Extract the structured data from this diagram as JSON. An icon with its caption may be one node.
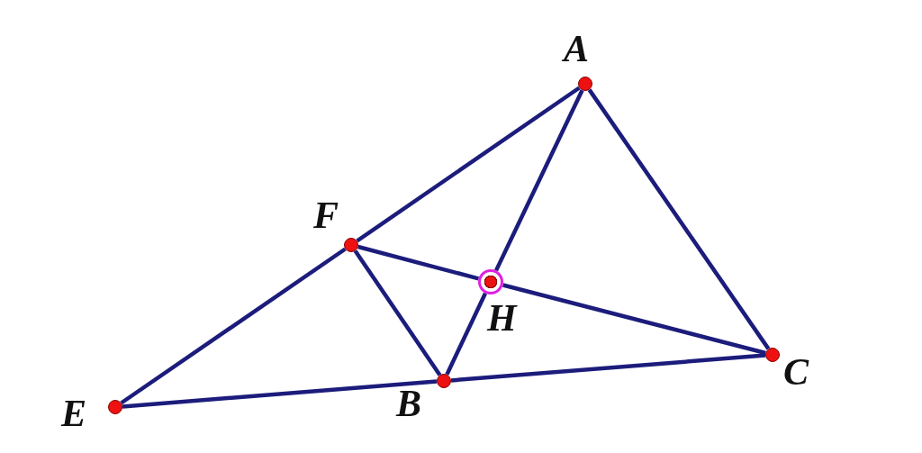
{
  "diagram": {
    "nodes": [
      {
        "text": [],
        "shape": "circle",
        "beside": [
          "A"
        ]
      },
      {
        "text": [],
        "shape": "circle",
        "beside": [
          "F"
        ]
      },
      {
        "text": [],
        "shape": "circle",
        "beside": [
          "H"
        ]
      },
      {
        "text": [],
        "shape": "circle",
        "beside": [
          "C"
        ]
      },
      {
        "text": [],
        "shape": "circle",
        "beside": [
          "E"
        ]
      },
      {
        "text": [],
        "shape": "circle",
        "beside": [
          "B"
        ]
      }
    ],
    "edges": [
      {
        "from": 0,
        "to": 1,
        "arrow": "none"
      },
      {
        "from": 1,
        "to": 4,
        "arrow": "none"
      },
      {
        "from": 0,
        "to": 3,
        "arrow": "none"
      },
      {
        "from": 0,
        "to": 2,
        "arrow": "none"
      },
      {
        "from": 2,
        "to": 5,
        "arrow": "none"
      },
      {
        "from": 1,
        "to": 2,
        "arrow": "none"
      },
      {
        "from": 2,
        "to": 3,
        "arrow": "none"
      },
      {
        "from": 1,
        "to": 5,
        "arrow": "none"
      },
      {
        "from": 4,
        "to": 5,
        "arrow": "none"
      },
      {
        "from": 5,
        "to": 3,
        "arrow": "none"
      }
    ]
  }
}
